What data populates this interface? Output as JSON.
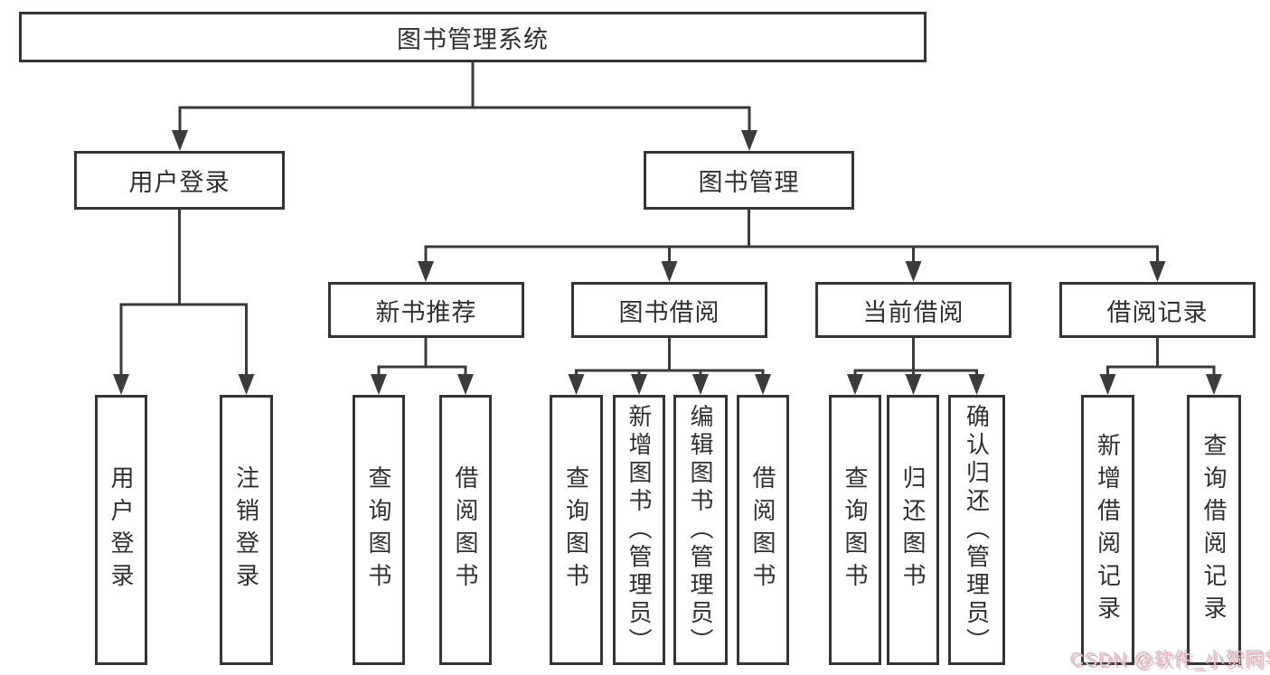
{
  "tree": {
    "root": "图书管理系统",
    "branches": [
      {
        "label": "用户登录",
        "leaves": [
          "用户登录",
          "注销登录"
        ]
      },
      {
        "label": "图书管理",
        "groups": [
          {
            "label": "新书推荐",
            "leaves": [
              "查询图书",
              "借阅图书"
            ]
          },
          {
            "label": "图书借阅",
            "leaves": [
              "查询图书",
              "新增图书（管理员）",
              "编辑图书（管理员）",
              "借阅图书"
            ]
          },
          {
            "label": "当前借阅",
            "leaves": [
              "查询图书",
              "归还图书",
              "确认归还（管理员）"
            ]
          },
          {
            "label": "借阅记录",
            "leaves": [
              "新增借阅记录",
              "查询借阅记录"
            ]
          }
        ]
      }
    ]
  },
  "watermark": {
    "text": "CSDN @软件_小贺同学"
  },
  "colors": {
    "line": "#3b3b3b",
    "box_border": "#343434",
    "text": "#303030",
    "watermark_text": "#c9cdd5",
    "watermark_shadow": "#ef9fa4"
  }
}
